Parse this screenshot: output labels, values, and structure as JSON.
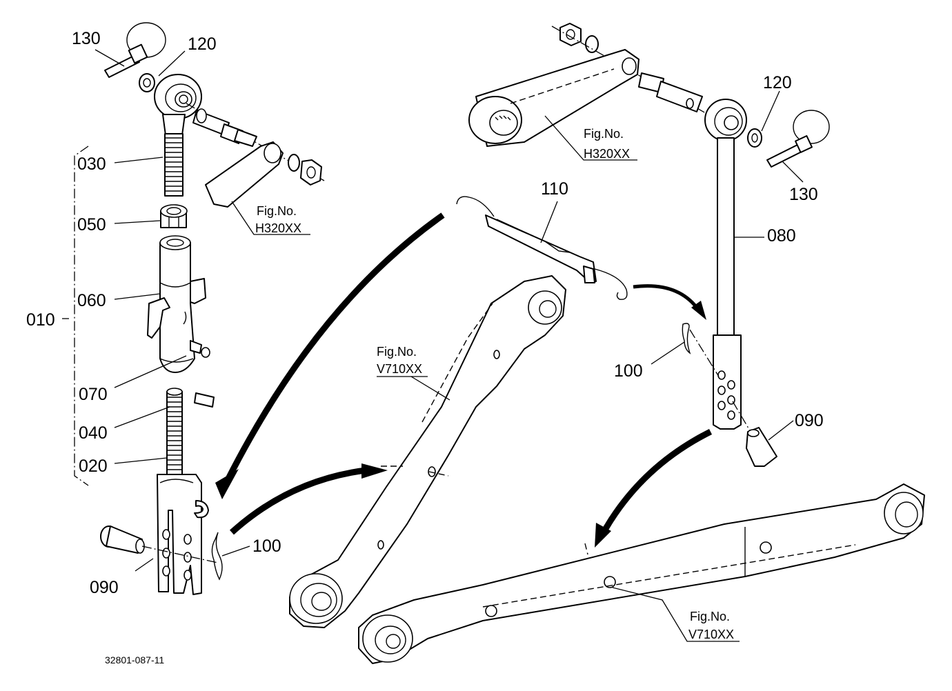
{
  "labels": {
    "l130a": "130",
    "l120a": "120",
    "l030": "030",
    "l050": "050",
    "l060": "060",
    "l010": "010",
    "l070": "070",
    "l040": "040",
    "l020": "020",
    "l090a": "090",
    "l100a": "100",
    "l110": "110",
    "l120b": "120",
    "l130b": "130",
    "l080": "080",
    "l100b": "100",
    "l090b": "090"
  },
  "fig_refs": {
    "f1_top": "Fig.No.",
    "f1_bot": "H320XX",
    "f2_top": "Fig.No.",
    "f2_bot": "H320XX",
    "f3_top": "Fig.No.",
    "f3_bot": "V710XX",
    "f4_top": "Fig.No.",
    "f4_bot": "V710XX"
  },
  "drawing_code": "32801-087-11"
}
